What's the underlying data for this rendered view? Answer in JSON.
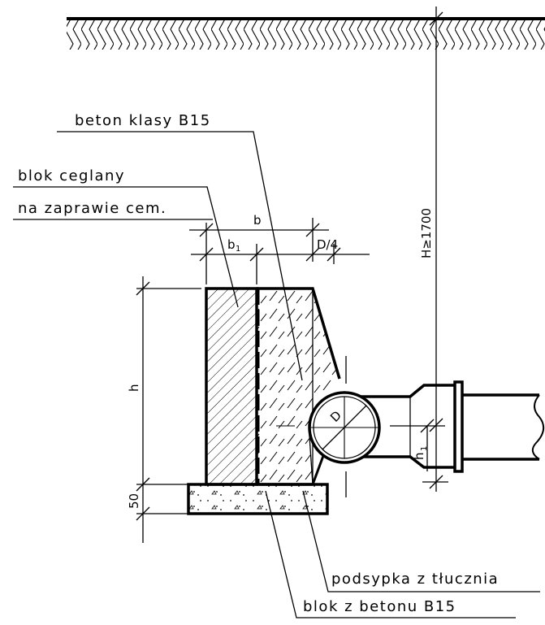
{
  "labels": {
    "concrete_class": "beton klasy B15",
    "brick_block_line1": "blok ceglany",
    "brick_block_line2": "na zaprawie cem.",
    "gravel_bed": "podsypka z tłucznia",
    "concrete_block": "blok z betonu B15"
  },
  "dimensions": {
    "b": "b",
    "b1": "b",
    "b1_sub": "1",
    "d_quarter": "D/4",
    "h": "h",
    "fifty": "50",
    "depth": "H≥1700",
    "pipe_d": "D",
    "h1": "h",
    "h1_sub": "1"
  },
  "colors": {
    "line": "#000000",
    "background": "#ffffff"
  }
}
